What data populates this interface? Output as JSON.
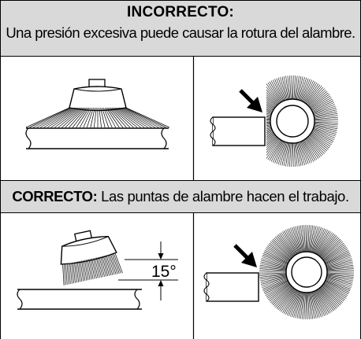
{
  "incorrect": {
    "heading": "INCORRECTO:",
    "text": "Una presión excesiva puede causar la rotura del alambre."
  },
  "correct": {
    "heading": "CORRECTO:",
    "text": " Las puntas de alambre hacen el trabajo."
  },
  "angle_label": "15°",
  "icons": [
    "cup-brush-icon",
    "wheel-brush-icon",
    "pressure-arrow-icon",
    "workpiece-icon"
  ]
}
